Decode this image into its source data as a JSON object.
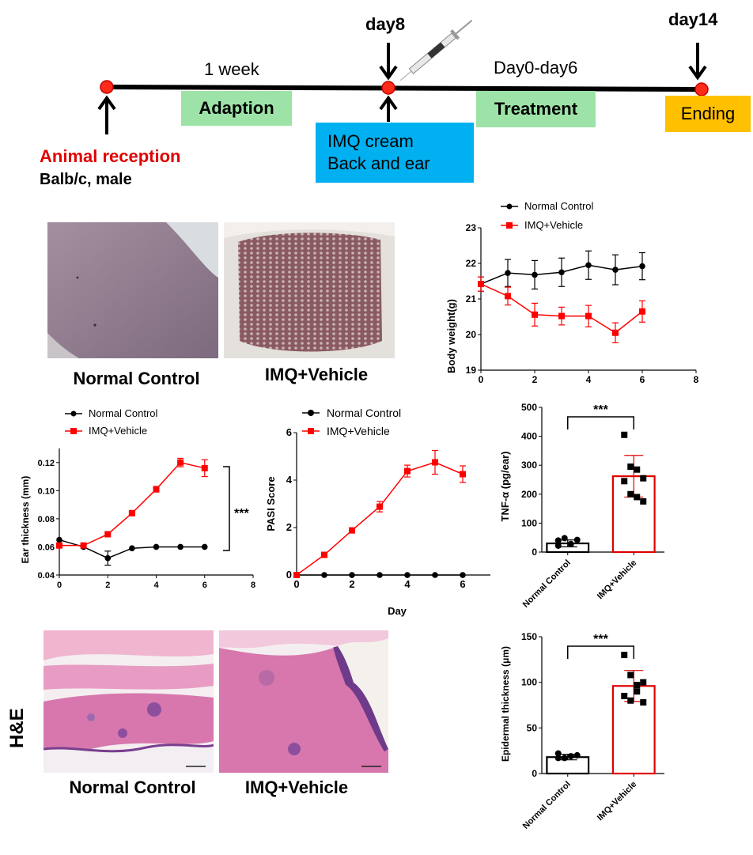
{
  "timeline": {
    "day8_label": "day8",
    "day14_label": "day14",
    "week_label": "1 week",
    "day_range_label": "Day0-day6",
    "adaption_label": "Adaption",
    "treatment_label": "Treatment",
    "ending_label": "Ending",
    "imq_line1": "IMQ cream",
    "imq_line2": "Back and ear",
    "reception_title": "Animal reception",
    "reception_sub": "Balb/c, male",
    "colors": {
      "adaption_box": "#9de3a8",
      "treatment_box": "#9de3a8",
      "ending_box": "#ffc000",
      "imq_box": "#00b0f0",
      "reception_title": "#e00000",
      "dot": "#ff2a1a"
    }
  },
  "photos": {
    "normal_caption": "Normal Control",
    "imq_caption": "IMQ+Vehicle"
  },
  "histology": {
    "side_label": "H&E",
    "normal_caption": "Normal Control",
    "imq_caption": "IMQ+Vehicle"
  },
  "chart_data": [
    {
      "id": "body_weight",
      "type": "line",
      "xlabel": "",
      "ylabel": "Body weight(g)",
      "xlim": [
        0,
        8
      ],
      "xticks": [
        0,
        2,
        4,
        6,
        8
      ],
      "ylim": [
        19,
        23
      ],
      "yticks": [
        19,
        20,
        21,
        22,
        23
      ],
      "legend_position": "top",
      "series": [
        {
          "name": "Normal Control",
          "color": "#000000",
          "marker": "circle",
          "x": [
            0,
            1,
            2,
            3,
            4,
            5,
            6
          ],
          "y": [
            21.42,
            21.73,
            21.68,
            21.75,
            21.95,
            21.82,
            21.92
          ],
          "err": [
            0.2,
            0.38,
            0.4,
            0.4,
            0.4,
            0.42,
            0.38
          ]
        },
        {
          "name": "IMQ+Vehicle",
          "color": "#ff0000",
          "marker": "square",
          "x": [
            0,
            1,
            2,
            3,
            4,
            5,
            6
          ],
          "y": [
            21.42,
            21.08,
            20.56,
            20.52,
            20.52,
            20.05,
            20.65
          ],
          "err": [
            0.2,
            0.25,
            0.32,
            0.25,
            0.3,
            0.28,
            0.3
          ]
        }
      ]
    },
    {
      "id": "ear_thickness",
      "type": "line",
      "xlabel": "",
      "ylabel": "Ear thickness (mm)",
      "xlim": [
        0,
        8
      ],
      "xticks": [
        0,
        2,
        4,
        6,
        8
      ],
      "ylim": [
        0.04,
        0.13
      ],
      "yticks": [
        0.04,
        0.06,
        0.08,
        0.1,
        0.12
      ],
      "ytick_labels": [
        "0.04",
        "0.06",
        "0.08",
        "0.10",
        "0.12"
      ],
      "significance": "***",
      "legend_position": "top",
      "series": [
        {
          "name": "Normal Control",
          "color": "#000000",
          "marker": "circle",
          "x": [
            0,
            1,
            2,
            3,
            4,
            5,
            6
          ],
          "y": [
            0.065,
            0.06,
            0.052,
            0.059,
            0.06,
            0.06,
            0.06
          ],
          "err": [
            0,
            0,
            0.005,
            0,
            0,
            0,
            0
          ]
        },
        {
          "name": "IMQ+Vehicle",
          "color": "#ff0000",
          "marker": "square",
          "x": [
            0,
            1,
            2,
            3,
            4,
            5,
            6
          ],
          "y": [
            0.061,
            0.061,
            0.069,
            0.084,
            0.101,
            0.12,
            0.116
          ],
          "err": [
            0,
            0,
            0,
            0.001,
            0.002,
            0.003,
            0.006
          ]
        }
      ]
    },
    {
      "id": "pasi",
      "type": "line",
      "xlabel": "Day",
      "ylabel": "PASI Score",
      "xlim": [
        0,
        7
      ],
      "xticks": [
        0,
        2,
        4,
        6
      ],
      "ylim": [
        0,
        6
      ],
      "yticks": [
        0,
        2,
        4,
        6
      ],
      "legend_position": "top",
      "series": [
        {
          "name": "Normal Control",
          "color": "#000000",
          "marker": "circle",
          "x": [
            0,
            1,
            2,
            3,
            4,
            5,
            6
          ],
          "y": [
            0,
            0,
            0,
            0,
            0,
            0,
            0
          ],
          "err": [
            0,
            0,
            0,
            0,
            0,
            0,
            0
          ]
        },
        {
          "name": "IMQ+Vehicle",
          "color": "#ff0000",
          "marker": "square",
          "x": [
            0,
            1,
            2,
            3,
            4,
            5,
            6
          ],
          "y": [
            0,
            0.85,
            1.88,
            2.88,
            4.38,
            4.75,
            4.25
          ],
          "err": [
            0,
            0.08,
            0.1,
            0.22,
            0.25,
            0.5,
            0.35
          ]
        }
      ]
    },
    {
      "id": "tnf",
      "type": "bar",
      "xlabel": "",
      "ylabel": "TNF-α (pg/ear)",
      "ylim": [
        0,
        500
      ],
      "yticks": [
        0,
        100,
        200,
        300,
        400,
        500
      ],
      "categories": [
        "Normal Control",
        "IMQ+Vehicle"
      ],
      "values": [
        30,
        262
      ],
      "err": [
        12,
        72
      ],
      "significance": "***",
      "points": [
        [
          22,
          48,
          28,
          42,
          40
        ],
        [
          405,
          295,
          285,
          255,
          245,
          200,
          190,
          175
        ]
      ],
      "colors": [
        "#000000",
        "#e00000"
      ]
    },
    {
      "id": "epidermal",
      "type": "bar",
      "xlabel": "",
      "ylabel": "Epidermal thickness (μm)",
      "ylim": [
        0,
        150
      ],
      "yticks": [
        0,
        50,
        100,
        150
      ],
      "categories": [
        "Normal Control",
        "IMQ+Vehicle"
      ],
      "values": [
        18,
        96
      ],
      "err": [
        3,
        17
      ],
      "significance": "***",
      "points": [
        [
          22,
          17,
          19,
          20,
          17
        ],
        [
          130,
          108,
          97,
          100,
          85,
          80,
          90,
          78
        ]
      ],
      "colors": [
        "#000000",
        "#e00000"
      ]
    }
  ]
}
